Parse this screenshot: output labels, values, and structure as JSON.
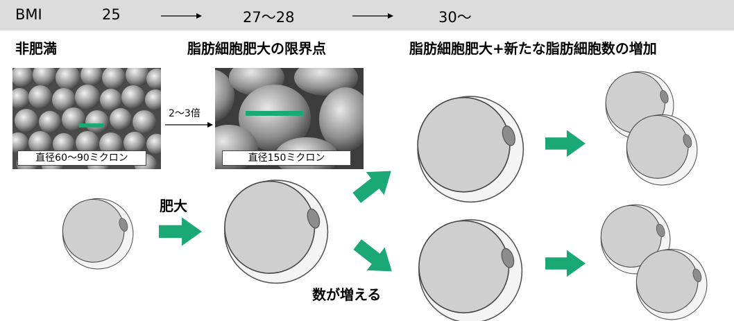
{
  "header": {
    "bmi_label": "BMI",
    "stage1": "25",
    "stage2": "27〜28",
    "stage3": "30〜"
  },
  "subheaders": {
    "s1": "非肥満",
    "s2": "脂肪細胞肥大の限界点",
    "s3": "脂肪細胞肥大+新たな脂肪細胞数の増加"
  },
  "photos": {
    "small_caption": "直径60〜90ミクロン",
    "large_caption": "直径150ミクロン",
    "ratio_label": "2〜3倍"
  },
  "labels": {
    "hypertrophy": "肥大",
    "increase": "数が増える"
  },
  "colors": {
    "header_bg": "#dcdcdc",
    "arrow_green": "#1aa874",
    "cell_fill": "#cfcfcf",
    "membrane": "#f4f4f4"
  }
}
